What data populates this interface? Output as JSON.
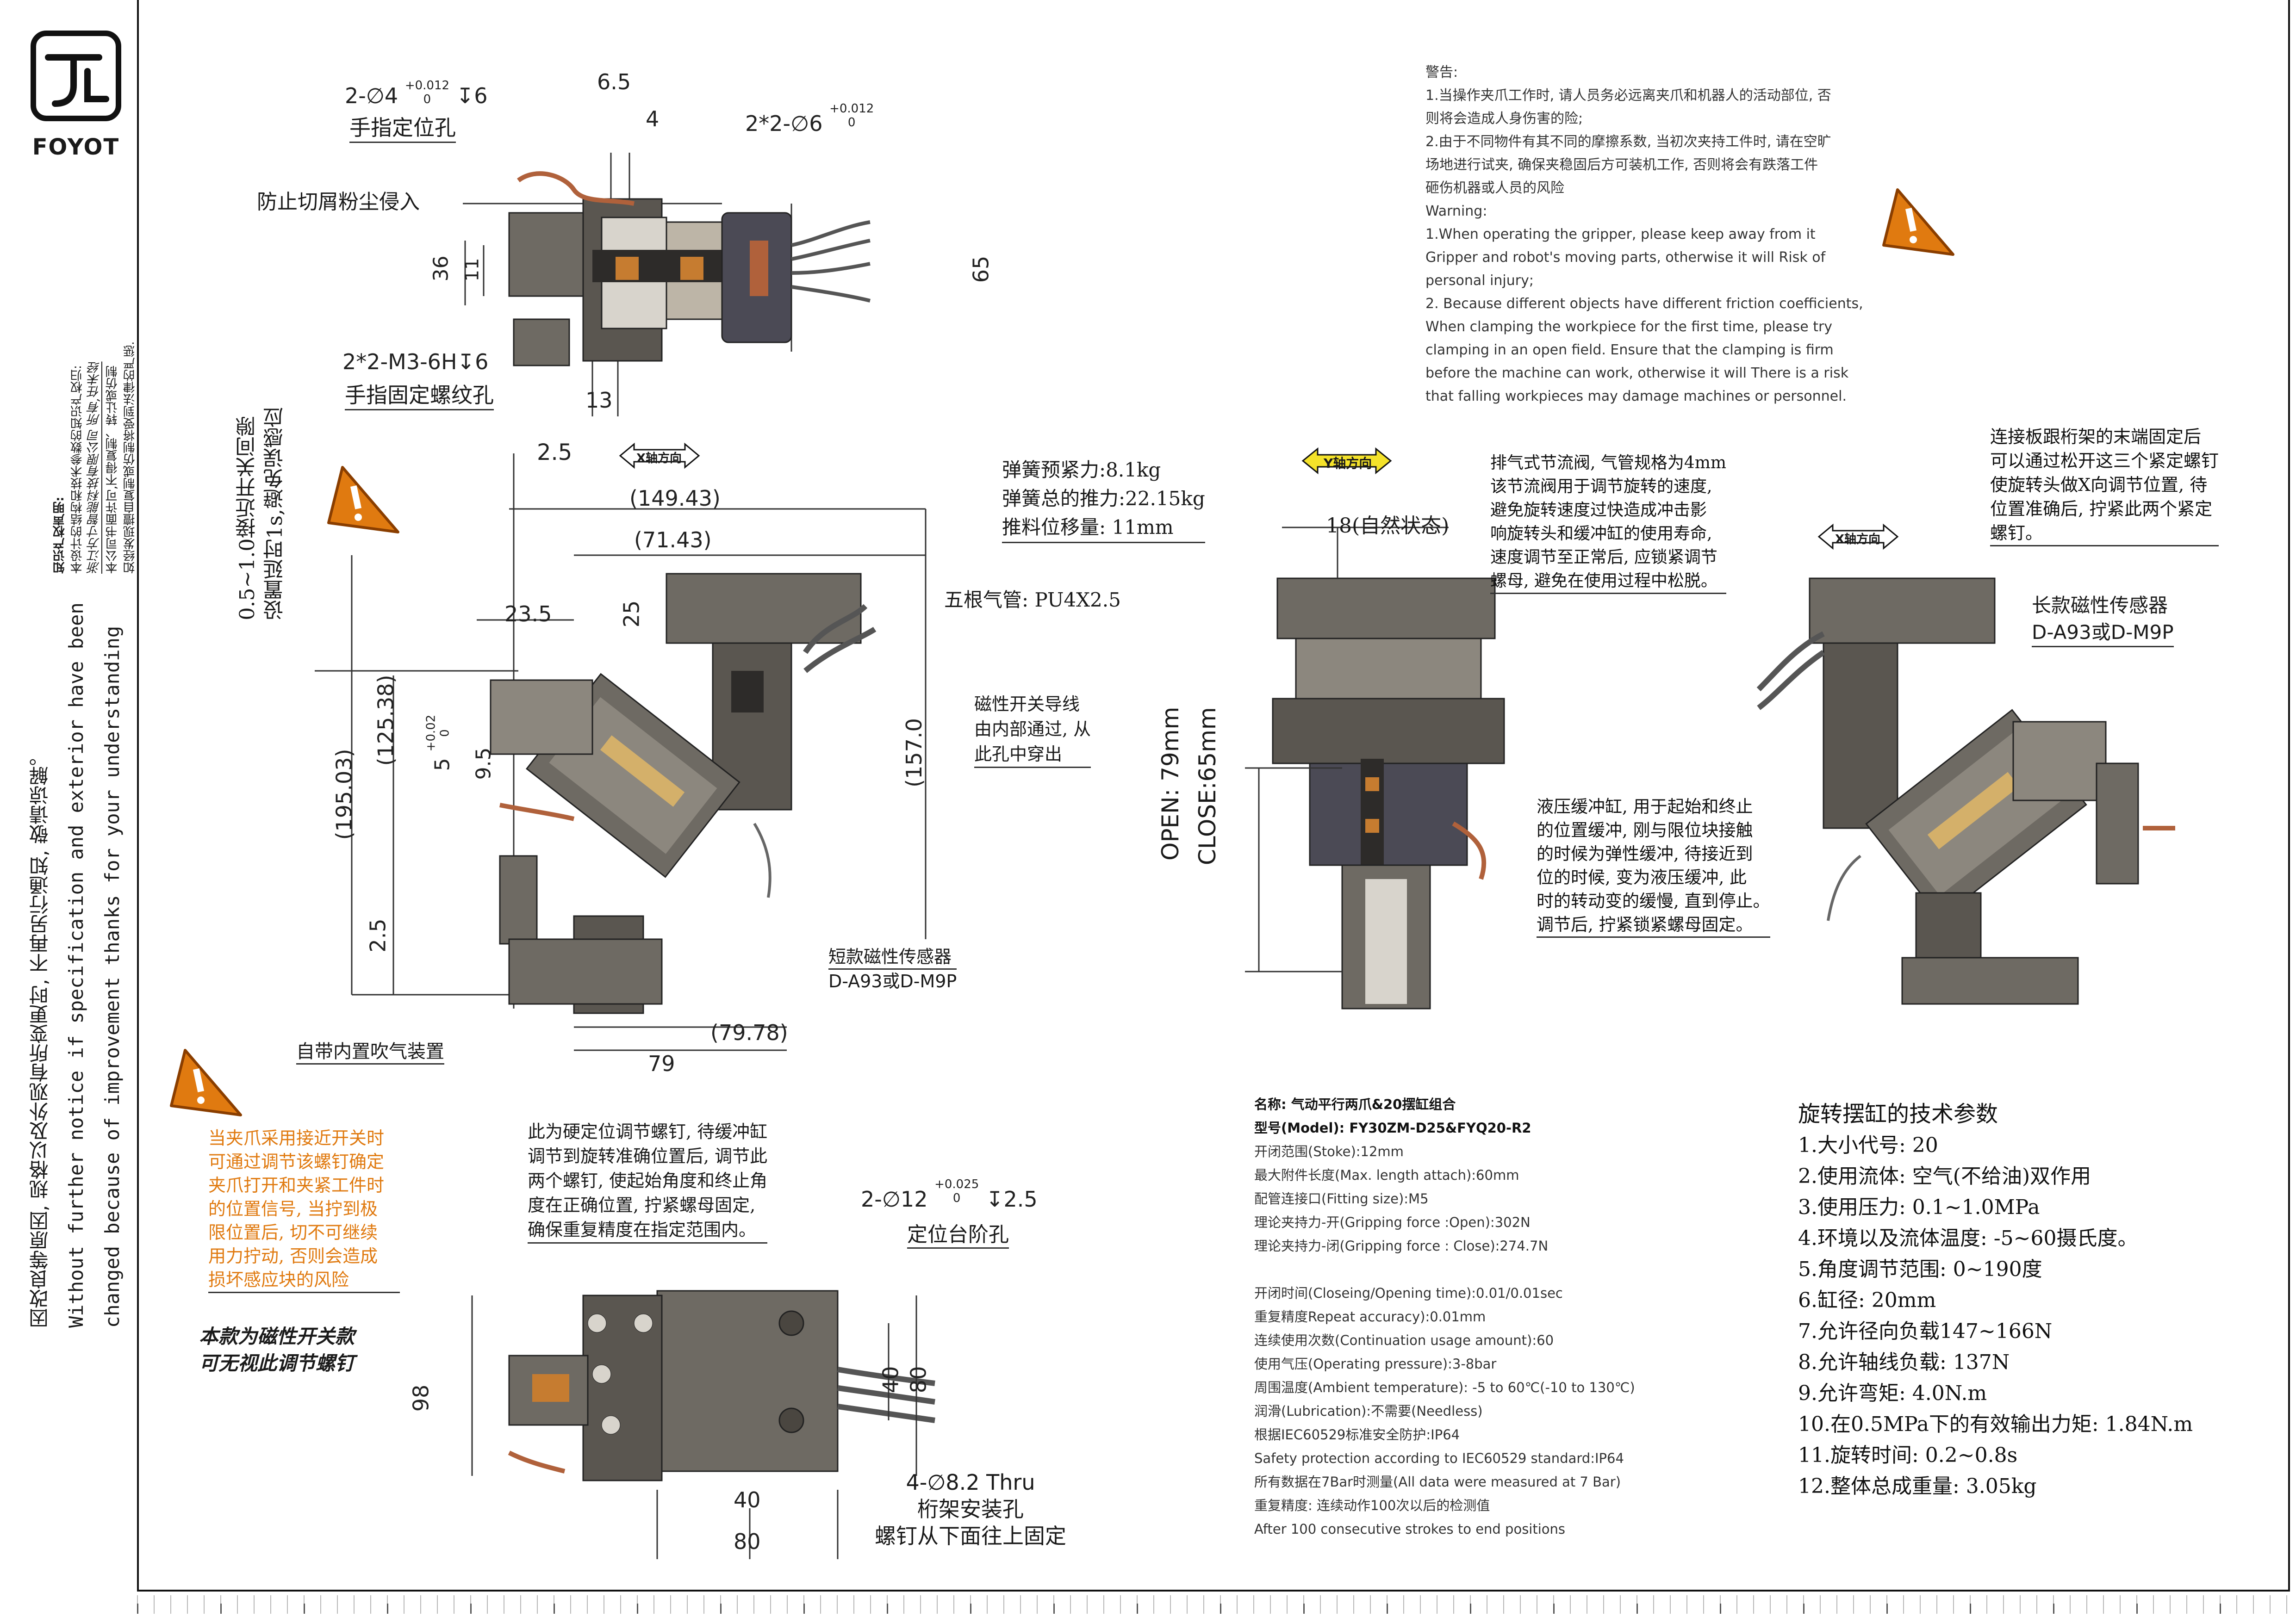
{
  "brand": {
    "name": "FOYOT"
  },
  "side_notes": {
    "ip_title": "知识产权声明:",
    "ip_lines": [
      "本设计的结构和技术参数的知识产权归:",
      "浙江方寸智能科技有限公司 所有,任未经",
      "本公司书面许可,不得复制、转让或仿制",
      "如经发现擅自复制或仿制将受到法律的严惩."
    ],
    "change_cn": "因改良等原因, 规格以及外观有所变更时, 不再另行通知, 敬请谅解。",
    "change_en1": "Without further notice if specification and exterior have been",
    "change_en2": "changed because of improvement thanks for your understanding"
  },
  "top_view": {
    "pin_hole": "2-∅4",
    "pin_tol_top": "+0.012",
    "pin_tol_bottom": "0",
    "pin_depth": "↧6",
    "pin_label": "手指定位孔",
    "dim_6_5": "6.5",
    "dim_4": "4",
    "hole2x2": "2*2-∅6",
    "hole2x2_tol_top": "+0.012",
    "hole2x2_tol_bottom": "0",
    "dust_label": "防止切屑粉尘侵入",
    "dim_36": "36",
    "dim_11": "11",
    "dim_65": "65",
    "thread": "2*2-M3-6H↧6",
    "thread_label": "手指固定螺纹孔",
    "dim_13": "13"
  },
  "front_view": {
    "dim_2_5": "2.5",
    "x_arrow": "X轴方向",
    "dim_149": "(149.43)",
    "dim_71": "(71.43)",
    "dim_23_5": "23.5",
    "dim_25": "25",
    "pipe": "五根气管: PU4X2.5",
    "sensor_lead": [
      "磁性开关导线",
      "由内部通过, 从",
      "此孔中穿出"
    ],
    "dim_157": "(157.0",
    "dim_125": "(125.38)",
    "dim_195": "(195.03)",
    "dim_5": "5",
    "dim_5_tol_top": "+0.02",
    "dim_5_tol_bottom": "0",
    "dim_9_5": "9.5",
    "dim_2_5b": "2.5",
    "vert_note": [
      "0.5~1.0接近开关间隙",
      "设置延时1s,避免误感应"
    ],
    "short_sensor": [
      "短款磁性传感器",
      "D-A93或D-M9P"
    ],
    "blow": "自带内置吹气装置",
    "dim_79_78": "(79.78)",
    "dim_79": "79"
  },
  "spring": {
    "preload": "弹簧预紧力:8.1kg",
    "total": "弹簧总的推力:22.15kg",
    "travel": "推料位移量: 11mm"
  },
  "side_view": {
    "y_arrow": "Y轴方向",
    "dim_18": "18(自然状态)",
    "open": "OPEN: 79mm",
    "close": "CLOSE:65mm",
    "exhaust": [
      "排气式节流阀, 气管规格为4mm",
      "该节流阀用于调节旋转的速度,",
      "避免旋转速度过快造成冲击影",
      "响旋转头和缓冲缸的使用寿命,",
      "速度调节至正常后, 应锁紧调节",
      "螺母, 避免在使用过程中松脱。"
    ],
    "hydraulic": [
      "液压缓冲缸, 用于起始和终止",
      "的位置缓冲, 刚与限位块接触",
      "的时候为弹性缓冲, 待接近到",
      "位的时候, 变为液压缓冲, 此",
      "时的转动变的缓慢, 直到停止。",
      "调节后, 拧紧锁紧螺母固定。"
    ]
  },
  "right_view": {
    "x_arrow": "X轴方向",
    "mount_note": [
      "连接板跟桁架的末端固定后",
      "可以通过松开这三个紧定螺钉",
      "使旋转头做X向调节位置, 待",
      "位置准确后, 拧紧此两个紧定",
      "螺钉。"
    ],
    "long_sensor": [
      "长款磁性传感器",
      "D-A93或D-M9P"
    ]
  },
  "warning": {
    "title": "警告:",
    "cn": [
      "1.当操作夹爪工作时, 请人员务必远离夹爪和机器人的活动部位, 否",
      "则将会造成人身伤害的险;",
      "2.由于不同物件有其不同的摩擦系数, 当初次夹持工件时, 请在空旷",
      "场地进行试夹, 确保夹稳固后方可装机工作, 否则将会有跌落工件",
      "砸伤机器或人员的风险"
    ],
    "en_title": "Warning:",
    "en": [
      "1.When operating the gripper, please keep away from it",
      "Gripper and robot's moving parts, otherwise it will Risk of",
      "personal injury;",
      "2. Because different objects have different friction coefficients,",
      "When clamping the workpiece for the first time, please try",
      "clamping in an open field. Ensure that the clamping is firm",
      "before the machine can work, otherwise it will There is a risk",
      "that falling workpieces may damage machines or personnel."
    ]
  },
  "bottom_left": {
    "orange_note": [
      "当夹爪采用接近开关时",
      "可通过调节该螺钉确定",
      "夹爪打开和夹紧工件时",
      "的位置信号, 当拧到极",
      "限位置后, 切不可继续",
      "用力拧动, 否则会造成",
      "损坏感应块的风险"
    ],
    "magnetic": [
      "本款为磁性开关款",
      "可无视此调节螺钉"
    ],
    "stop_note": [
      "此为硬定位调节螺钉, 待缓冲缸",
      "调节到旋转准确位置后, 调节此",
      "两个螺钉, 使起始角度和终止角",
      "度在正确位置, 拧紧螺母固定,",
      "确保重复精度在指定范围内。"
    ],
    "step_hole": "2-∅12",
    "step_tol_top": "+0.025",
    "step_tol_bottom": "0",
    "step_depth": "↧2.5",
    "step_label": "定位台阶孔",
    "dim_98": "98",
    "dim_40v": "40",
    "dim_80v": "80",
    "thru": "4-∅8.2 Thru",
    "thru_l2": "桁架安装孔",
    "thru_l3": "螺钉从下面往上固定",
    "dim_40": "40",
    "dim_80": "80"
  },
  "specs": {
    "name": "名称: 气动平行两爪&20摆缸组合",
    "model": "型号(Model): FY30ZM-D25&FYQ20-R2",
    "lines": [
      "开闭范围(Stoke):12mm",
      "最大附件长度(Max. length attach):60mm",
      "配管连接口(Fitting size):M5",
      "理论夹持力-开(Gripping force :Open):302N",
      "理论夹持力-闭(Gripping force : Close):274.7N",
      "",
      "开闭时间(Closeing/Opening time):0.01/0.01sec",
      "重复精度Repeat accuracy):0.01mm",
      "连续使用次数(Continuation usage amount):60",
      "使用气压(Operating pressure):3-8bar",
      "周围温度(Ambient temperature): -5 to 60℃(-10 to 130℃)",
      "润滑(Lubrication):不需要(Needless)",
      "根据IEC60529标准安全防护:IP64",
      "Safety protection according to IEC60529 standard:IP64",
      "所有数据在7Bar时测量(All data were measured at 7 Bar)",
      "重复精度: 连续动作100次以后的检测值",
      "After 100 consecutive strokes to end positions"
    ]
  },
  "rotary": {
    "title": "旋转摆缸的技术参数",
    "lines": [
      "1.大小代号: 20",
      "2.使用流体: 空气(不给油)双作用",
      "3.使用压力: 0.1~1.0MPa",
      "4.环境以及流体温度: -5~60摄氏度。",
      "5.角度调节范围: 0~190度",
      "6.缸径: 20mm",
      "7.允许径向负载147~166N",
      "8.允许轴线负载: 137N",
      "9.允许弯矩: 4.0N.m",
      "10.在0.5MPa下的有效输出力矩: 1.84N.m",
      "11.旋转时间: 0.2~0.8s",
      "12.整体总成重量: 3.05kg"
    ]
  },
  "colors": {
    "orange": "#e07a10",
    "body_gray": "#6e6a63",
    "dark": "#2d2b29",
    "copper": "#b0613b"
  }
}
